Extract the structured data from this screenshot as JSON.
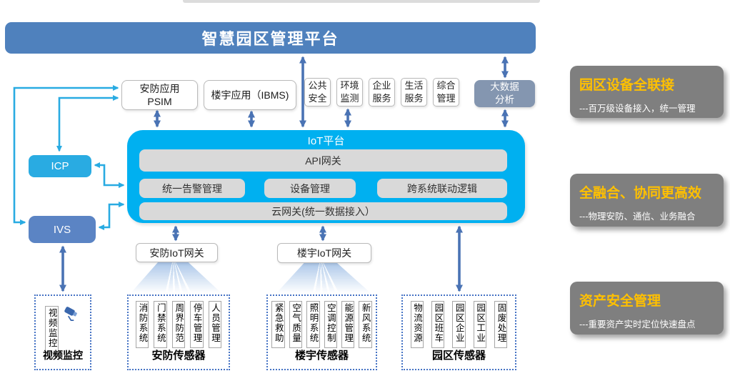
{
  "banner": {
    "title": "智慧园区管理平台"
  },
  "apps": {
    "psim": {
      "line1": "安防应用",
      "line2": "PSIM"
    },
    "ibms": {
      "label": "楼宇应用（IBMS)"
    },
    "chips": [
      "公共安全",
      "环境监测",
      "企业服务",
      "生活服务",
      "综合管理"
    ],
    "bigdata": {
      "label": "大数据分析"
    }
  },
  "left": {
    "icp": "ICP",
    "ivs": "IVS"
  },
  "iot": {
    "title": "IoT平台",
    "api_gateway": "API网关",
    "modules": [
      "统一告警管理",
      "设备管理",
      "跨系统联动逻辑"
    ],
    "cloud_gateway": "云网关(统一数据接入）"
  },
  "gateways": {
    "security": "安防IoT网关",
    "building": "楼宇IoT网关"
  },
  "sensor_groups": [
    {
      "id": "video",
      "label": "视频监控",
      "columns": [
        "视频监控"
      ]
    },
    {
      "id": "security",
      "label": "安防传感器",
      "columns": [
        "消防系统",
        "门禁系统",
        "周界防范",
        "停车管理",
        "人员管理"
      ]
    },
    {
      "id": "building",
      "label": "楼宇传感器",
      "columns": [
        "紧急救助",
        "空气质量",
        "照明系统",
        "空调控制",
        "能源管理",
        "新风系统"
      ]
    },
    {
      "id": "campus",
      "label": "园区传感器",
      "columns": [
        "物流资源",
        "园区班车",
        "园区企业",
        "园区工业",
        "固废处理"
      ]
    }
  ],
  "benefits": [
    {
      "title": "园区设备全联接",
      "desc": "---百万级设备接入，统一管理"
    },
    {
      "title": "全融合、协同更高效",
      "desc": "---物理安防、通信、业务融合"
    },
    {
      "title": "资产安全管理",
      "desc": "---重要资产实时定位快速盘点"
    }
  ],
  "colors": {
    "banner_blue": "#4f81bd",
    "platform_cyan": "#00b0f0",
    "icp_cyan": "#29abe2",
    "ivs_blue": "#5b84c4",
    "bigdata_slate": "#8496b0",
    "module_gray": "#d9d9d9",
    "benefit_gray": "#7f7f7f",
    "benefit_title_orange": "#ffc000",
    "arrow_steel_blue": "#4a73b4",
    "connector_cyan": "#29abe2",
    "dashed_border_blue": "#4472c4"
  }
}
